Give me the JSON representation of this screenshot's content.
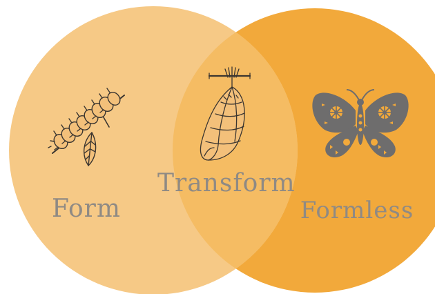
{
  "diagram": {
    "labels": {
      "form": "Form",
      "transform": "Transform",
      "formless": "Formless"
    },
    "colors": {
      "form_circle": "#f6c986",
      "formless_circle": "#f2a93b",
      "overlap": "#f5bc63",
      "label_text": "#8f8a84",
      "butterfly": "#6e6d6d",
      "sketch": "#3a3530"
    },
    "icons": {
      "form": "caterpillar-icon",
      "transform": "chrysalis-icon",
      "formless": "butterfly-icon"
    }
  }
}
